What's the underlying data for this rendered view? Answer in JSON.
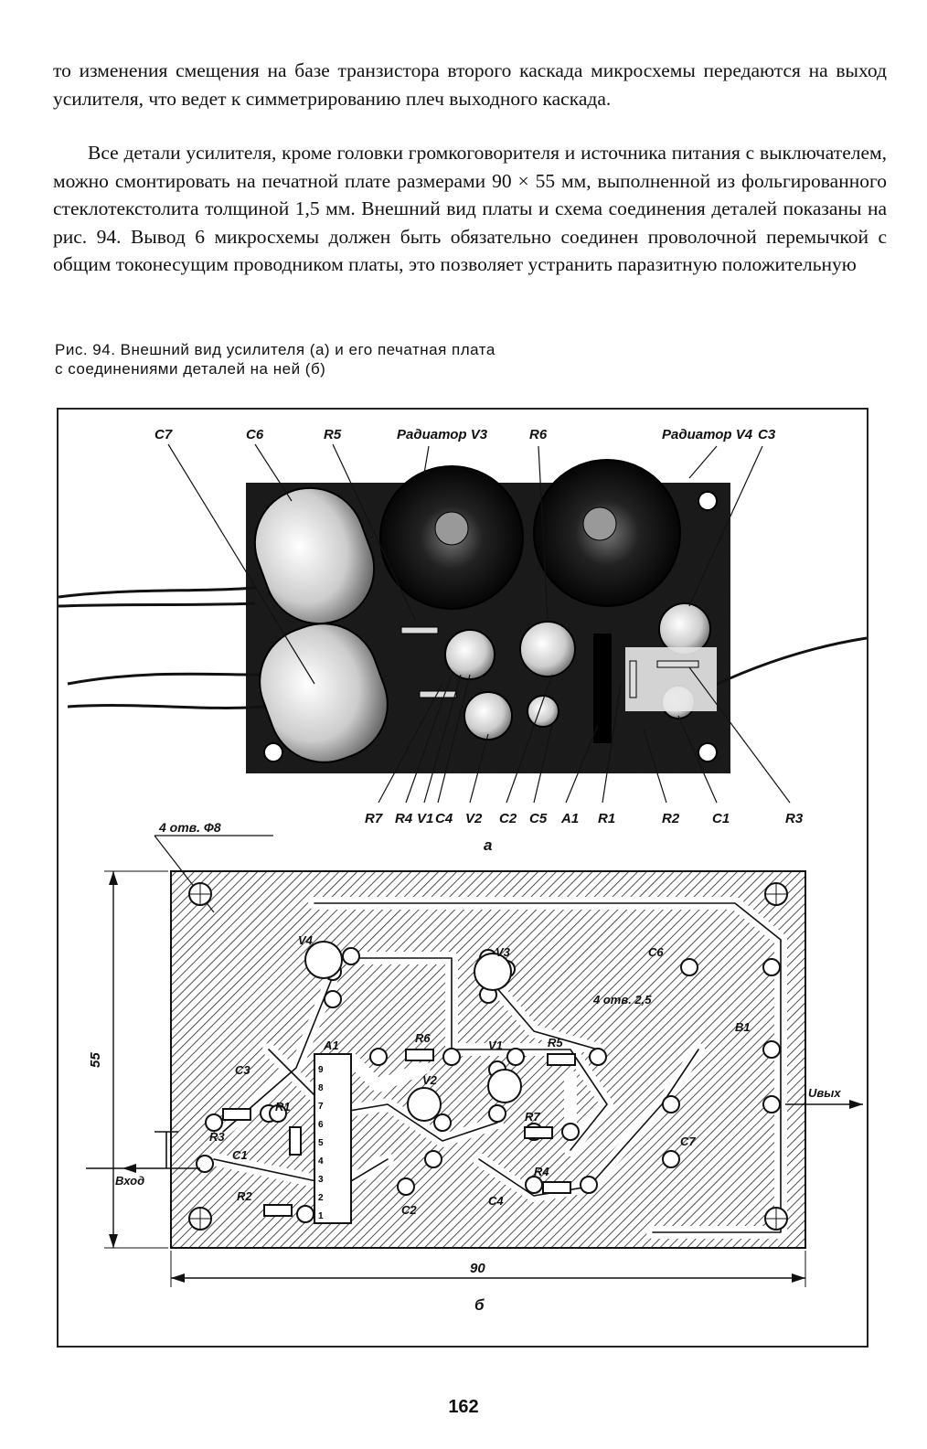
{
  "text": {
    "paragraph1": "то изменения смещения на базе транзистора второго каскада микросхемы передаются на выход усилителя, что ведет к симметрированию плеч выходного каскада.",
    "paragraph2": "Все детали усилителя, кроме головки громкоговорителя и источника питания с выключателем, можно смонтировать на печатной плате размерами 90 × 55 мм, выполненной из фольгированного стеклотекстолита толщиной 1,5 мм. Внешний вид платы и схема соединения деталей показаны на рис. 94. Вывод 6 микросхемы должен быть обязательно соединен проволочной перемычкой с общим токонесущим проводником платы, это позволяет устранить паразитную положительную"
  },
  "caption": {
    "line1": "Рис. 94. Внешний вид усилителя (а) и его печатная плата",
    "line2": "с соединениями деталей на ней (б)"
  },
  "figure_a": {
    "top_labels": [
      "C7",
      "C6",
      "R5",
      "Радиатор V3",
      "R6",
      "Радиатор V4",
      "C3"
    ],
    "bottom_labels": [
      "R7",
      "R4",
      "V1",
      "C4",
      "V2",
      "C2",
      "C5",
      "A1",
      "R1",
      "R2",
      "C1",
      "R3"
    ],
    "sublabel": "а"
  },
  "figure_b": {
    "holes_note": "4 отв. Ф8",
    "holes_note2": "4 отв. 2,5",
    "dim_height": "55",
    "dim_width": "90",
    "sublabel": "б",
    "labels": {
      "v4": "V4",
      "v3": "V3",
      "v1": "V1",
      "v2": "V2",
      "a1": "A1",
      "r6": "R6",
      "r5": "R5",
      "r1": "R1",
      "r3": "R3",
      "r7": "R7",
      "r4": "R4",
      "r2": "R2",
      "c6": "C6",
      "c3": "C3",
      "c1": "C1",
      "c4": "C4",
      "c2": "C2",
      "c7": "C7",
      "b1": "B1",
      "out": "Uвых",
      "in": "Вход"
    },
    "pins": [
      "9",
      "8",
      "7",
      "6",
      "5",
      "4",
      "3",
      "2",
      "1"
    ]
  },
  "page_number": "162"
}
